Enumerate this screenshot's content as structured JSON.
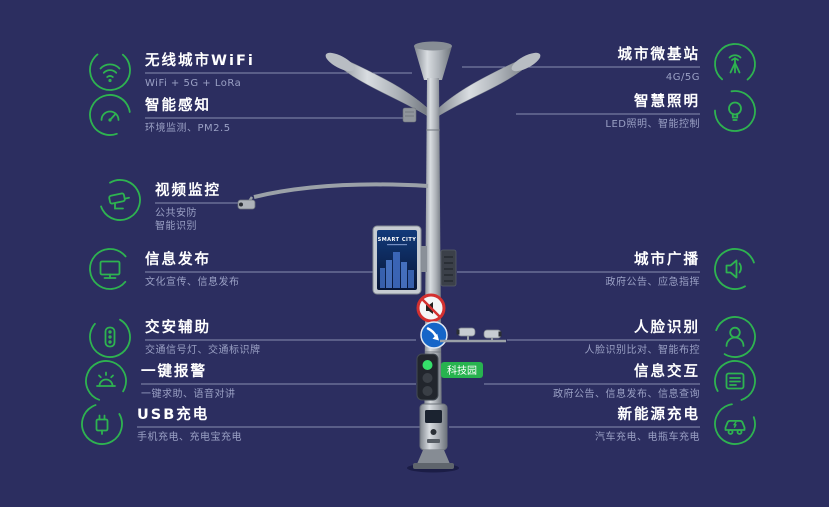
{
  "colors": {
    "background": "#2c2e60",
    "accent_green": "#2eb350",
    "title_text": "#ffffff",
    "subtitle_text": "#9aa0c4",
    "sign_red": "#d33030",
    "sign_blue": "#1565c8"
  },
  "left_features": [
    {
      "title": "无线城市WiFi",
      "subtitle": "WiFi + 5G + LoRa",
      "icon": "wifi-icon"
    },
    {
      "title": "智能感知",
      "subtitle": "环境监测、PM2.5",
      "icon": "sensor-icon"
    },
    {
      "title": "视频监控",
      "subtitle": "公共安防\n智能识别",
      "icon": "camera-icon"
    },
    {
      "title": "信息发布",
      "subtitle": "文化宣传、信息发布",
      "icon": "screen-icon"
    },
    {
      "title": "交安辅助",
      "subtitle": "交通信号灯、交通标识牌",
      "icon": "traffic-light-icon"
    },
    {
      "title": "一键报警",
      "subtitle": "一键求助、语音对讲",
      "icon": "alarm-icon"
    },
    {
      "title": "USB充电",
      "subtitle": "手机充电、充电宝充电",
      "icon": "usb-icon"
    }
  ],
  "right_features": [
    {
      "title": "城市微基站",
      "subtitle": "4G/5G",
      "icon": "antenna-icon"
    },
    {
      "title": "智慧照明",
      "subtitle": "LED照明、智能控制",
      "icon": "bulb-icon"
    },
    {
      "title": "城市广播",
      "subtitle": "政府公告、应急指挥",
      "icon": "speaker-icon"
    },
    {
      "title": "人脸识别",
      "subtitle": "人脸识别比对、智能布控",
      "icon": "face-icon"
    },
    {
      "title": "信息交互",
      "subtitle": "政府公告、信息发布、信息查询",
      "icon": "kiosk-icon"
    },
    {
      "title": "新能源充电",
      "subtitle": "汽车充电、电瓶车充电",
      "icon": "ev-icon"
    }
  ],
  "pole": {
    "screen_title": "SMART CITY",
    "tag_label": "科技园"
  }
}
